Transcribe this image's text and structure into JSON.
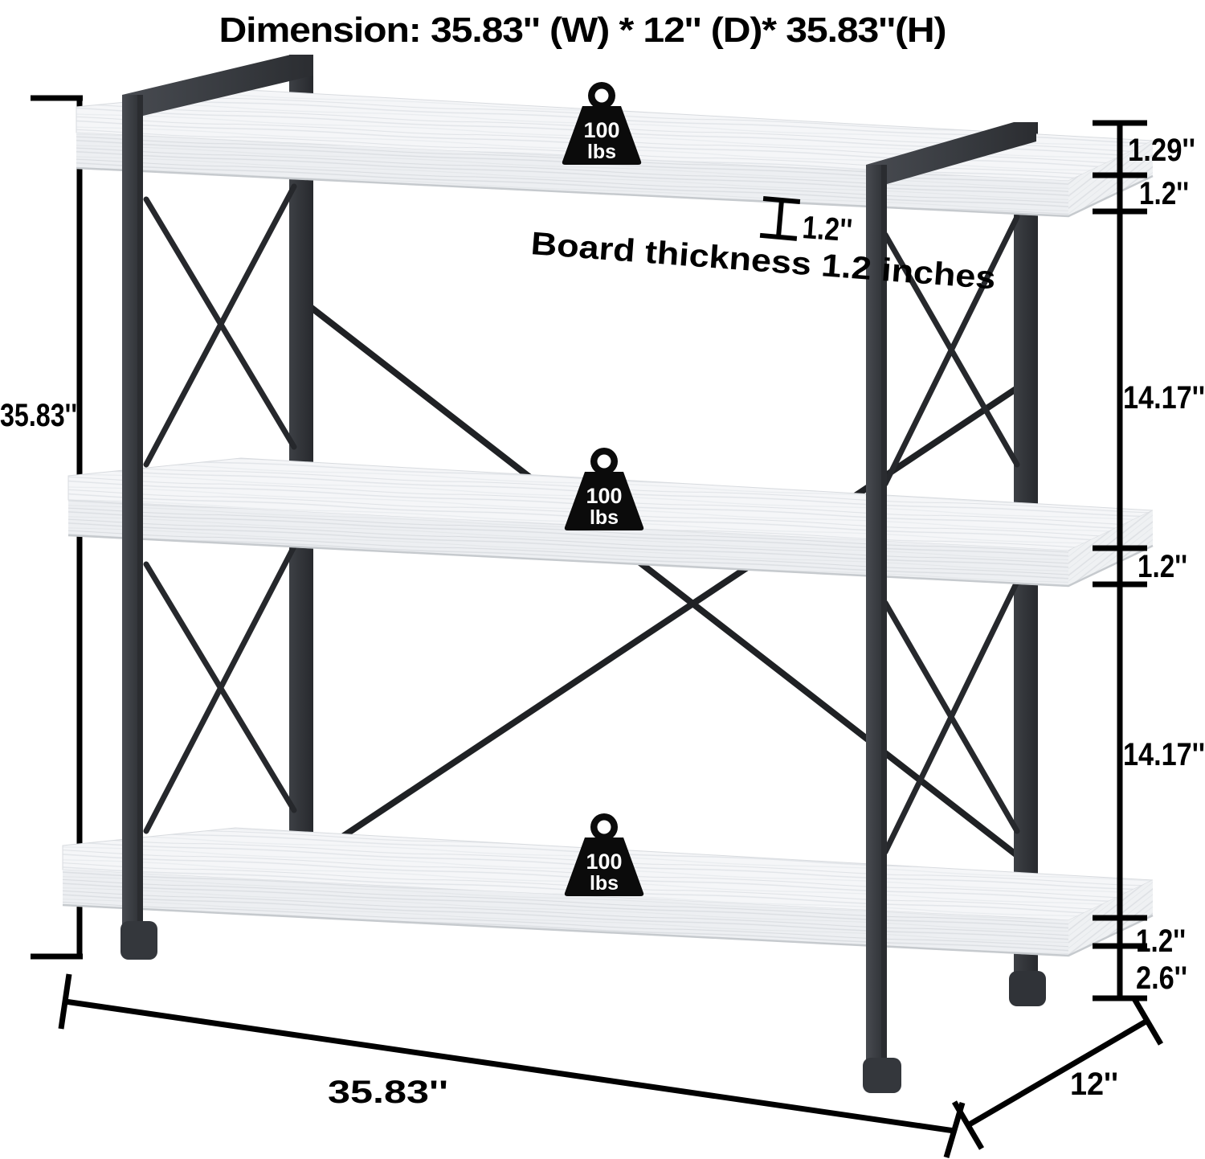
{
  "title": "Dimension: 35.83'' (W) * 12'' (D)* 35.83''(H)",
  "callout": {
    "thickness_note": "Board thickness 1.2 inches",
    "thickness_value": "1.2''"
  },
  "weight_badge": {
    "value": "100",
    "unit": "lbs",
    "count": 3
  },
  "dimensions": {
    "overall_height": "35.83''",
    "overall_width": "35.83''",
    "overall_depth": "12''",
    "right_stack": [
      {
        "label": "1.29''"
      },
      {
        "label": "1.2''"
      },
      {
        "label": "14.17''"
      },
      {
        "label": "1.2''"
      },
      {
        "label": "14.17''"
      },
      {
        "label": "1.2''"
      },
      {
        "label": "2.6''"
      }
    ]
  },
  "colors": {
    "frame": "#3a3d42",
    "frame_dark": "#26282c",
    "brace_rod": "#222427",
    "board": "#f5f6f8",
    "board_edge": "#eceef1",
    "dimension_ink": "#000000",
    "weight_badge_bg": "#0b0b0b",
    "weight_badge_text": "#ffffff"
  }
}
